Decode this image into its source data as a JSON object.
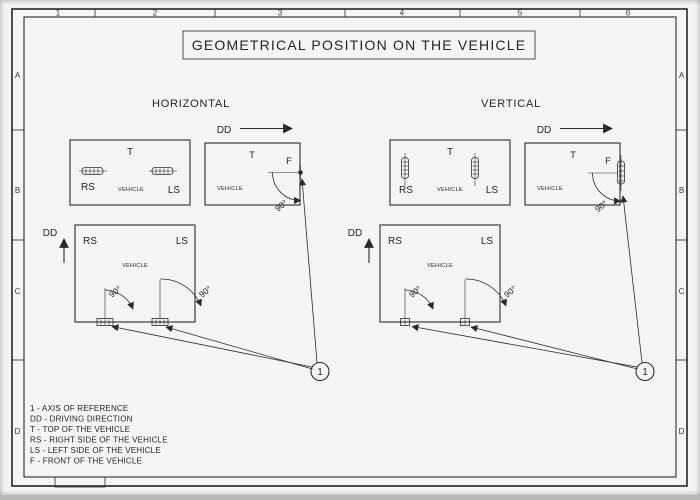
{
  "title": "GEOMETRICAL POSITION ON THE VEHICLE",
  "sections": {
    "horizontal": {
      "label": "HORIZONTAL"
    },
    "vertical": {
      "label": "VERTICAL"
    }
  },
  "labels": {
    "driving_direction": "DD",
    "top": "T",
    "right_side": "RS",
    "left_side": "LS",
    "front": "F",
    "vehicle": "VEHICLE",
    "right_angle": "90°",
    "axis_number": "1"
  },
  "legend": {
    "lines": [
      "1 - AXIS OF REFERENCE",
      "DD - DRIVING DIRECTION",
      "T - TOP OF THE VEHICLE",
      "RS - RIGHT SIDE OF THE VEHICLE",
      "LS - LEFT SIDE OF THE VEHICLE",
      "F - FRONT OF THE VEHICLE"
    ]
  },
  "frame": {
    "column_labels": [
      "1",
      "2",
      "3",
      "4",
      "5",
      "6"
    ],
    "row_labels": [
      "A",
      "B",
      "C",
      "D"
    ]
  },
  "colors": {
    "line": "#2b2b2b",
    "paper": "#f7f5f1"
  }
}
